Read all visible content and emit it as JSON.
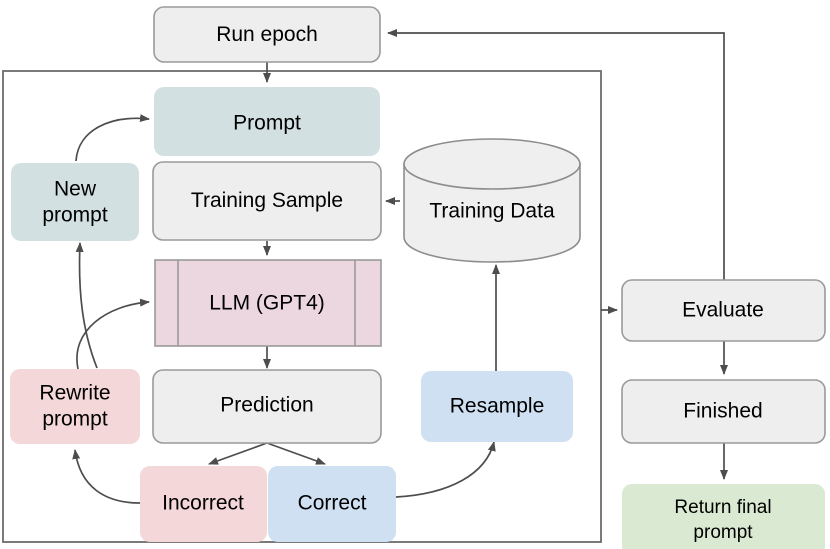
{
  "diagram": {
    "title": "Prompt optimization training loop flowchart",
    "colors": {
      "grey_fill": "#eeeeee",
      "grey_stroke": "#9a9a9a",
      "teal_fill": "#d3e0e2",
      "pink_fill": "#f4d7d8",
      "blue_fill": "#cfe0f2",
      "green_fill": "#d9e9d2",
      "llm_fill": "#ecd6e0",
      "cylinder_fill": "#efefef",
      "edge_stroke": "#4d4d4d",
      "container_stroke": "#6b6b6b"
    },
    "nodes": {
      "run_epoch": "Run epoch",
      "prompt": "Prompt",
      "training_sample": "Training Sample",
      "new_prompt_line1": "New",
      "new_prompt_line2": "prompt",
      "training_data": "Training Data",
      "llm": "LLM (GPT4)",
      "rewrite_prompt_line1": "Rewrite",
      "rewrite_prompt_line2": "prompt",
      "prediction": "Prediction",
      "resample": "Resample",
      "incorrect": "Incorrect",
      "correct": "Correct",
      "evaluate": "Evaluate",
      "finished": "Finished",
      "return_final_prompt_line1": "Return final",
      "return_final_prompt_line2": "prompt"
    }
  }
}
